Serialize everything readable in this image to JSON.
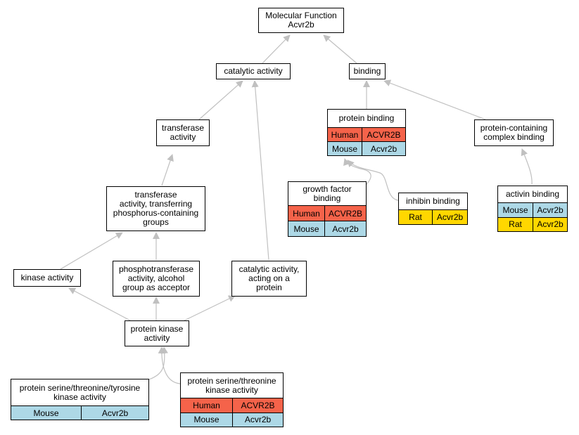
{
  "colors": {
    "human": "#f5634a",
    "mouse": "#add8e6",
    "rat": "#ffd700",
    "edge": "#c0c0c0",
    "border": "#000000"
  },
  "nodes": {
    "mf": {
      "title": "Molecular Function\nAcvr2b"
    },
    "catalytic": {
      "title": "catalytic activity"
    },
    "binding": {
      "title": "binding"
    },
    "transferase": {
      "title": "transferase\nactivity"
    },
    "protein_binding": {
      "title": "protein binding",
      "rows": [
        {
          "species": "Human",
          "gene": "ACVR2B"
        },
        {
          "species": "Mouse",
          "gene": "Acvr2b"
        }
      ]
    },
    "complex_binding": {
      "title": "protein-containing\ncomplex binding"
    },
    "transferase_phos": {
      "title": "transferase\nactivity, transferring\nphosphorus-containing\ngroups"
    },
    "gf_binding": {
      "title": "growth factor\nbinding",
      "rows": [
        {
          "species": "Human",
          "gene": "ACVR2B"
        },
        {
          "species": "Mouse",
          "gene": "Acvr2b"
        }
      ]
    },
    "inhibin": {
      "title": "inhibin binding",
      "rows": [
        {
          "species": "Rat",
          "gene": "Acvr2b"
        }
      ]
    },
    "activin": {
      "title": "activin binding",
      "rows": [
        {
          "species": "Mouse",
          "gene": "Acvr2b"
        },
        {
          "species": "Rat",
          "gene": "Acvr2b"
        }
      ]
    },
    "kinase": {
      "title": "kinase activity"
    },
    "phosphotrans": {
      "title": "phosphotransferase\nactivity, alcohol\ngroup as acceptor"
    },
    "cat_protein": {
      "title": "catalytic activity,\nacting on a\nprotein"
    },
    "pk": {
      "title": "protein kinase\nactivity"
    },
    "pstyk": {
      "title": "protein serine/threonine/tyrosine\nkinase activity",
      "rows": [
        {
          "species": "Mouse",
          "gene": "Acvr2b"
        }
      ]
    },
    "pstk": {
      "title": "protein serine/threonine\nkinase activity",
      "rows": [
        {
          "species": "Human",
          "gene": "ACVR2B"
        },
        {
          "species": "Mouse",
          "gene": "Acvr2b"
        }
      ]
    }
  }
}
